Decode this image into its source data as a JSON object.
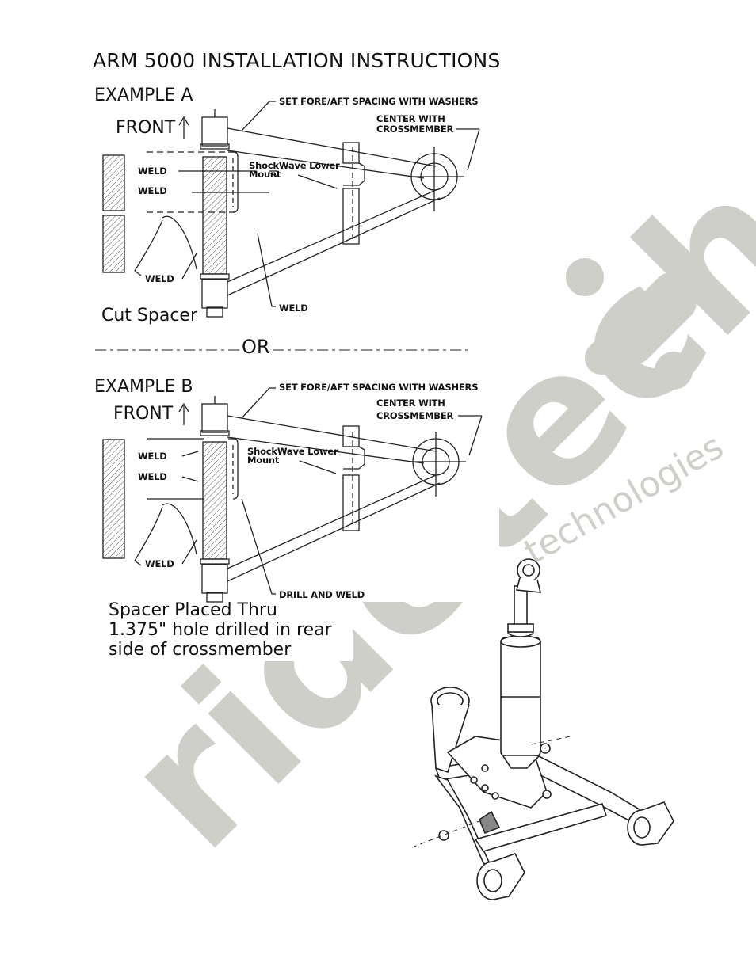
{
  "document": {
    "title": "ARM 5000 INSTALLATION INSTRUCTIONS",
    "or_divider": "OR",
    "example_a": {
      "heading": "EXAMPLE A",
      "front": "FRONT",
      "caption": "Cut Spacer",
      "labels": {
        "washers": "SET FORE/AFT SPACING WITH WASHERS",
        "center1": "CENTER WITH",
        "center2": "CROSSMEMBER",
        "shock1": "ShockWave Lower",
        "shock2": "Mount",
        "weld": "WELD"
      }
    },
    "example_b": {
      "heading": "EXAMPLE B",
      "front": "FRONT",
      "caption_line1": "Spacer Placed Thru",
      "caption_line2": "1.375\" hole drilled in rear",
      "caption_line3": "side of crossmember",
      "labels": {
        "washers": "SET FORE/AFT SPACING WITH WASHERS",
        "center1": "CENTER WITH",
        "center2": "CROSSMEMBER",
        "shock1": "ShockWave Lower",
        "shock2": "Mount",
        "weld": "WELD",
        "drill": "DRILL AND WELD"
      }
    },
    "watermark": {
      "brand": "ridetech",
      "tagline": "technologies",
      "color": "#c8c8c2"
    }
  }
}
